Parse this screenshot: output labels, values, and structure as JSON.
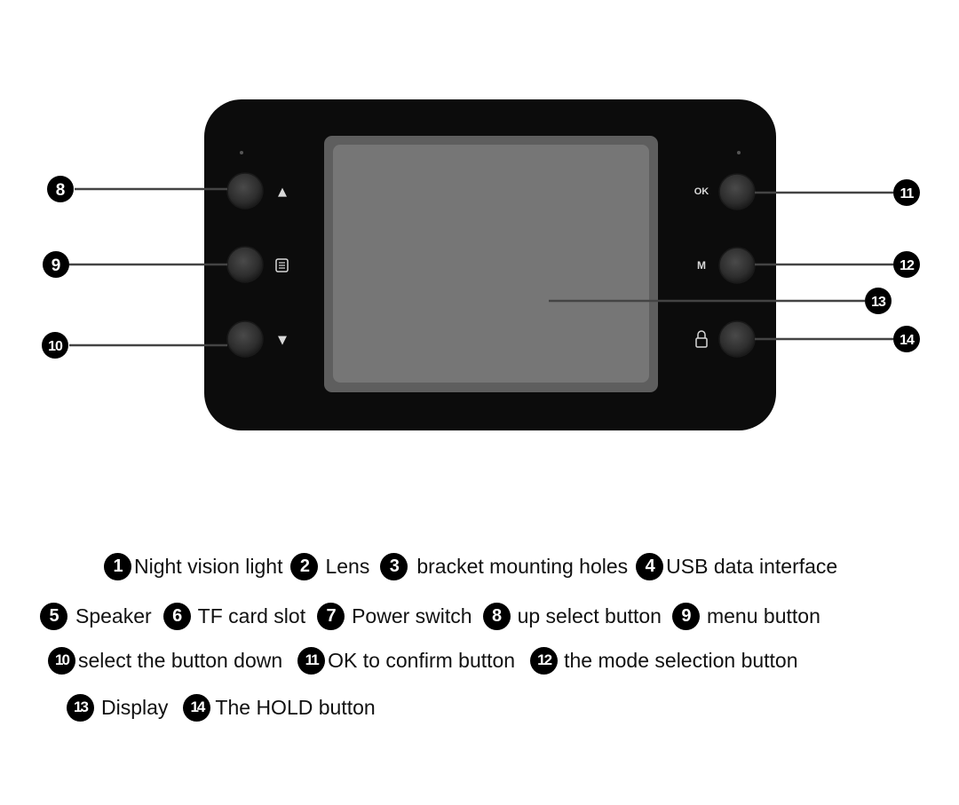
{
  "diagram": {
    "left_buttons": [
      {
        "number": "8",
        "symbol": "▲"
      },
      {
        "number": "9",
        "symbol": "menu"
      },
      {
        "number": "10",
        "symbol": "▼"
      }
    ],
    "right_buttons": [
      {
        "number": "11",
        "symbol": "OK"
      },
      {
        "number": "12",
        "symbol": "M"
      },
      {
        "number": "14",
        "symbol": "lock"
      }
    ],
    "display_callout": {
      "number": "13"
    }
  },
  "legend": [
    {
      "number": "1",
      "label": "Night vision light"
    },
    {
      "number": "2",
      "label": "Lens"
    },
    {
      "number": "3",
      "label": "bracket mounting holes"
    },
    {
      "number": "4",
      "label": "USB data interface"
    },
    {
      "number": "5",
      "label": "Speaker"
    },
    {
      "number": "6",
      "label": "TF card slot"
    },
    {
      "number": "7",
      "label": "Power switch"
    },
    {
      "number": "8",
      "label": "up select button"
    },
    {
      "number": "9",
      "label": "menu button"
    },
    {
      "number": "10",
      "label": "select the button down"
    },
    {
      "number": "11",
      "label": "OK to confirm button"
    },
    {
      "number": "12",
      "label": "the mode selection button"
    },
    {
      "number": "13",
      "label": "Display"
    },
    {
      "number": "14",
      "label": "The HOLD button"
    }
  ],
  "colors": {
    "device_body": "#0c0c0c",
    "screen_frame": "#5e5e5e",
    "screen": "#767676",
    "button": "#3a3a3a",
    "callout_line": "#444444",
    "badge": "#000000"
  }
}
